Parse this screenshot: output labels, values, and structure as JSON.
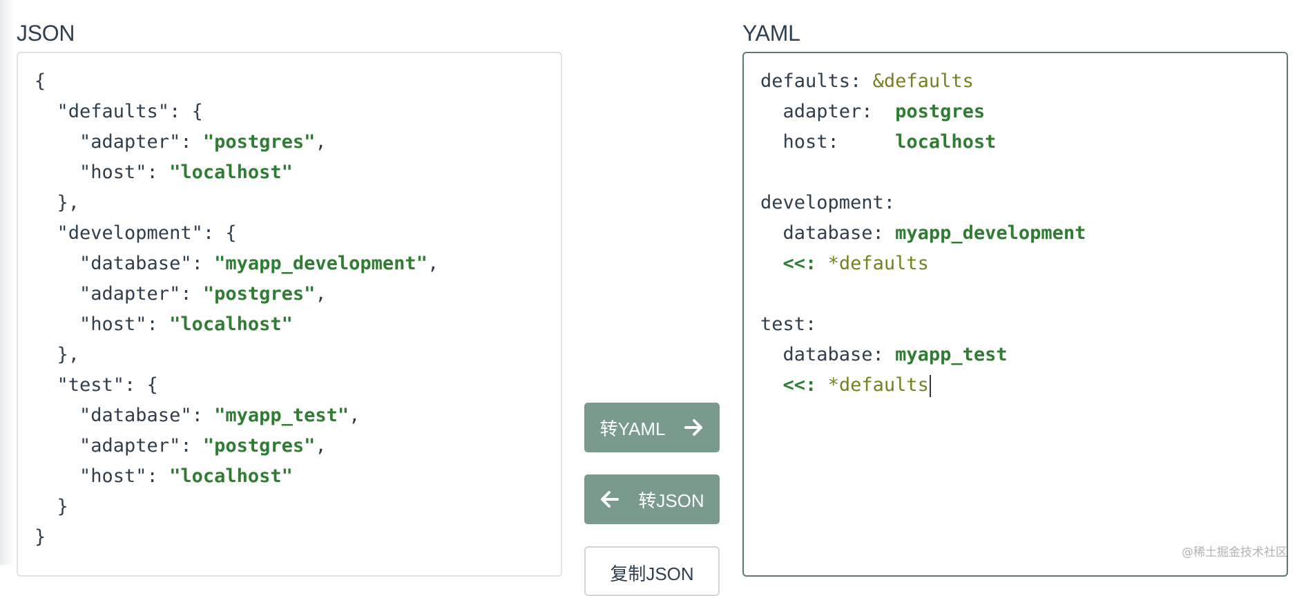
{
  "json_panel": {
    "label": "JSON",
    "lines": [
      [
        {
          "t": "{"
        }
      ],
      [
        {
          "t": "  \"defaults\": {"
        }
      ],
      [
        {
          "t": "    \"adapter\": "
        },
        {
          "t": "\"postgres\"",
          "c": "str"
        },
        {
          "t": ","
        }
      ],
      [
        {
          "t": "    \"host\": "
        },
        {
          "t": "\"localhost\"",
          "c": "str"
        }
      ],
      [
        {
          "t": "  },"
        }
      ],
      [
        {
          "t": "  \"development\": {"
        }
      ],
      [
        {
          "t": "    \"database\": "
        },
        {
          "t": "\"myapp_development\"",
          "c": "str"
        },
        {
          "t": ","
        }
      ],
      [
        {
          "t": "    \"adapter\": "
        },
        {
          "t": "\"postgres\"",
          "c": "str"
        },
        {
          "t": ","
        }
      ],
      [
        {
          "t": "    \"host\": "
        },
        {
          "t": "\"localhost\"",
          "c": "str"
        }
      ],
      [
        {
          "t": "  },"
        }
      ],
      [
        {
          "t": "  \"test\": {"
        }
      ],
      [
        {
          "t": "    \"database\": "
        },
        {
          "t": "\"myapp_test\"",
          "c": "str"
        },
        {
          "t": ","
        }
      ],
      [
        {
          "t": "    \"adapter\": "
        },
        {
          "t": "\"postgres\"",
          "c": "str"
        },
        {
          "t": ","
        }
      ],
      [
        {
          "t": "    \"host\": "
        },
        {
          "t": "\"localhost\"",
          "c": "str"
        }
      ],
      [
        {
          "t": "  }"
        }
      ],
      [
        {
          "t": "}"
        }
      ]
    ]
  },
  "yaml_panel": {
    "label": "YAML",
    "lines": [
      [
        {
          "t": "defaults: "
        },
        {
          "t": "&defaults",
          "c": "anchor"
        }
      ],
      [
        {
          "t": "  adapter:  "
        },
        {
          "t": "postgres",
          "c": "str"
        }
      ],
      [
        {
          "t": "  host:     "
        },
        {
          "t": "localhost",
          "c": "str"
        }
      ],
      [],
      [
        {
          "t": "development:"
        }
      ],
      [
        {
          "t": "  database: "
        },
        {
          "t": "myapp_development",
          "c": "str"
        }
      ],
      [
        {
          "t": "  "
        },
        {
          "t": "<<:",
          "c": "str"
        },
        {
          "t": " "
        },
        {
          "t": "*defaults",
          "c": "anchor"
        }
      ],
      [],
      [
        {
          "t": "test:"
        }
      ],
      [
        {
          "t": "  database: "
        },
        {
          "t": "myapp_test",
          "c": "str"
        }
      ],
      [
        {
          "t": "  "
        },
        {
          "t": "<<:",
          "c": "str"
        },
        {
          "t": " "
        },
        {
          "t": "*defaults",
          "c": "anchor"
        },
        {
          "cursor": true
        }
      ]
    ]
  },
  "buttons": {
    "to_yaml_label": "转YAML",
    "to_json_label": "转JSON",
    "copy_json_label": "复制JSON"
  },
  "icons": {
    "to_yaml": "arrow-right-icon",
    "to_json": "arrow-left-icon"
  },
  "watermark": "@稀土掘金技术社区",
  "colors": {
    "button_bg": "#7a9a8e",
    "string_token": "#2f7d32",
    "anchor_token": "#77801e",
    "yaml_border": "#5a7a6e"
  }
}
